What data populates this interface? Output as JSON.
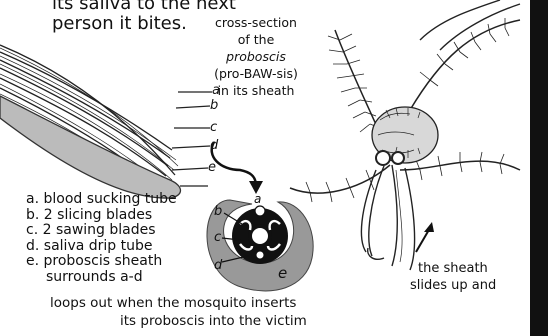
{
  "intro": {
    "line1": "its saliva to the next",
    "line2": "person it bites."
  },
  "cross_section_caption": {
    "line1": "cross-section",
    "line2": "of the",
    "line3_term": "proboscis",
    "line4": "(pro-BAW-sis)",
    "line5": "in its sheath"
  },
  "legend": {
    "a": "a. blood sucking tube",
    "b": "b. 2 slicing blades",
    "c": "c. 2 sawing blades",
    "d": "d. saliva drip tube",
    "e1": "e. proboscis sheath",
    "e2": "surrounds a-d"
  },
  "tip_letters": [
    "a",
    "b",
    "c",
    "d",
    "e"
  ],
  "section_letters": {
    "a": "a",
    "b": "b",
    "c": "c",
    "d": "d",
    "e": "e"
  },
  "sheath_note": {
    "line1": "the sheath",
    "line2": "slides up and"
  },
  "bottom_caption": {
    "line1": "loops out when the mosquito inserts",
    "line2": "its proboscis into the victim"
  }
}
